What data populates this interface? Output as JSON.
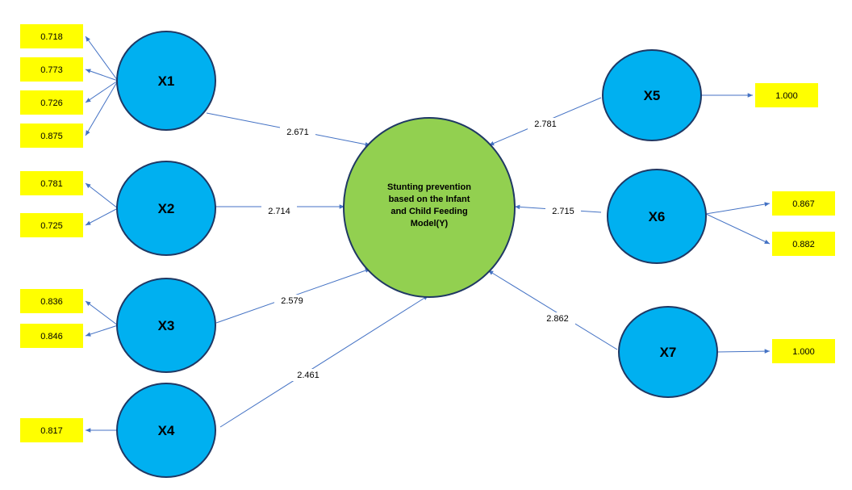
{
  "colors": {
    "latent_fill": "#00b0f0",
    "latent_stroke": "#1f3864",
    "center_fill": "#92d050",
    "indicator_fill": "#ffff00",
    "arrow": "#4472c4",
    "text": "#000000"
  },
  "center": {
    "id": "Y",
    "label_lines": [
      "Stunting prevention",
      "based on the Infant",
      "and Child Feeding",
      "Model(Y)"
    ]
  },
  "latents": [
    {
      "id": "X1",
      "label": "X1",
      "path_coefficient": "2.671",
      "loadings": [
        "0.718",
        "0.773",
        "0.726",
        "0.875"
      ]
    },
    {
      "id": "X2",
      "label": "X2",
      "path_coefficient": "2.714",
      "loadings": [
        "0.781",
        "0.725"
      ]
    },
    {
      "id": "X3",
      "label": "X3",
      "path_coefficient": "2.579",
      "loadings": [
        "0.836",
        "0.846"
      ]
    },
    {
      "id": "X4",
      "label": "X4",
      "path_coefficient": "2.461",
      "loadings": [
        "0.817"
      ]
    },
    {
      "id": "X5",
      "label": "X5",
      "path_coefficient": "2.781",
      "loadings": [
        "1.000"
      ]
    },
    {
      "id": "X6",
      "label": "X6",
      "path_coefficient": "2.715",
      "loadings": [
        "0.867",
        "0.882"
      ]
    },
    {
      "id": "X7",
      "label": "X7",
      "path_coefficient": "2.862",
      "loadings": [
        "1.000"
      ]
    }
  ]
}
